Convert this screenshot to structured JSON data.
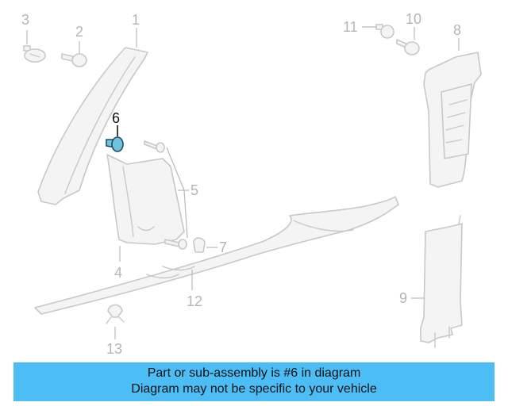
{
  "callouts": {
    "c1": "1",
    "c2": "2",
    "c3": "3",
    "c4": "4",
    "c5": "5",
    "c6": "6",
    "c7": "7",
    "c8": "8",
    "c9": "9",
    "c10": "10",
    "c11": "11",
    "c12": "12",
    "c13": "13"
  },
  "highlighted_part": "6",
  "banner": {
    "line1": "Part or sub-assembly is #6 in diagram",
    "line2": "Diagram may not be specific to your vehicle"
  },
  "colors": {
    "banner_bg": "#4dbdf5",
    "highlight_fill": "#6ec3de",
    "part_stroke": "#c8c8c8"
  }
}
